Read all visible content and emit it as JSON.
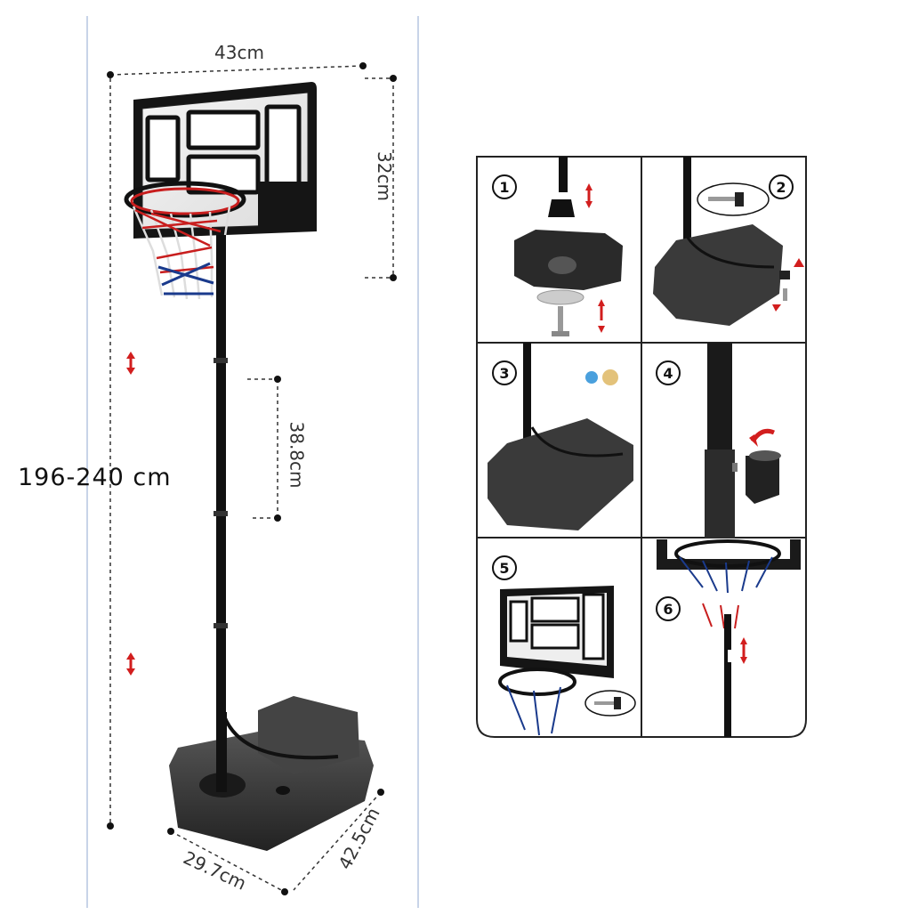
{
  "dimensions": {
    "width": "43cm",
    "backboard_height": "32cm",
    "pole_section": "38.8cm",
    "total_height": "196-240 cm",
    "base_width": "29.7cm",
    "base_depth": "42.5cm"
  },
  "steps": [
    {
      "number": "1"
    },
    {
      "number": "2"
    },
    {
      "number": "3"
    },
    {
      "number": "4"
    },
    {
      "number": "5"
    },
    {
      "number": "6"
    }
  ],
  "colors": {
    "rim": "#c81e1e",
    "net_red": "#d22",
    "net_blue": "#1a3a8c",
    "frame": "#111111",
    "base": "#3a3a3a",
    "arrow": "#d21e1e"
  }
}
